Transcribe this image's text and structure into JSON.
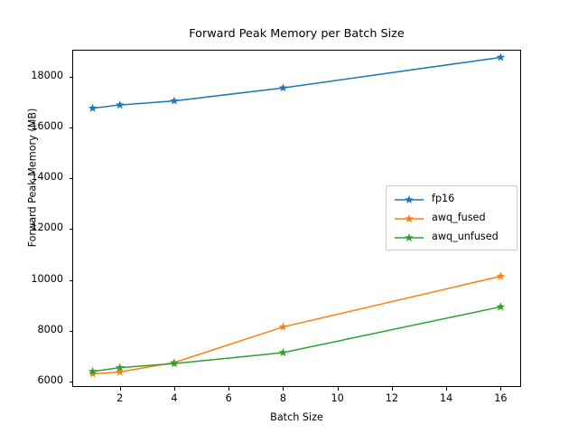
{
  "chart_data": {
    "type": "line",
    "title": "Forward Peak Memory per Batch Size",
    "xlabel": "Batch Size",
    "ylabel": "Forward Peak Memory (MB)",
    "x": [
      1,
      2,
      4,
      8,
      16
    ],
    "xlim": [
      0.25,
      16.75
    ],
    "ylim": [
      5800,
      19050
    ],
    "xticks": [
      2,
      4,
      6,
      8,
      10,
      12,
      14,
      16
    ],
    "yticks": [
      6000,
      8000,
      10000,
      12000,
      14000,
      16000,
      18000
    ],
    "xtick_labels": [
      "2",
      "4",
      "6",
      "8",
      "10",
      "12",
      "14",
      "16"
    ],
    "ytick_labels": [
      "6000",
      "8000",
      "10000",
      "12000",
      "14000",
      "16000",
      "18000"
    ],
    "grid": false,
    "legend_position": "center right",
    "marker": "star",
    "series": [
      {
        "name": "fp16",
        "color": "#1f77b4",
        "values": [
          16750,
          16880,
          17040,
          17550,
          18750
        ]
      },
      {
        "name": "awq_fused",
        "color": "#ff7f0e",
        "values": [
          6320,
          6390,
          6760,
          8160,
          10150
        ]
      },
      {
        "name": "awq_unfused",
        "color": "#2ca02c",
        "values": [
          6410,
          6560,
          6720,
          7150,
          8950
        ]
      }
    ]
  },
  "legend": {
    "entries": [
      {
        "label": "fp16"
      },
      {
        "label": "awq_fused"
      },
      {
        "label": "awq_unfused"
      }
    ]
  }
}
